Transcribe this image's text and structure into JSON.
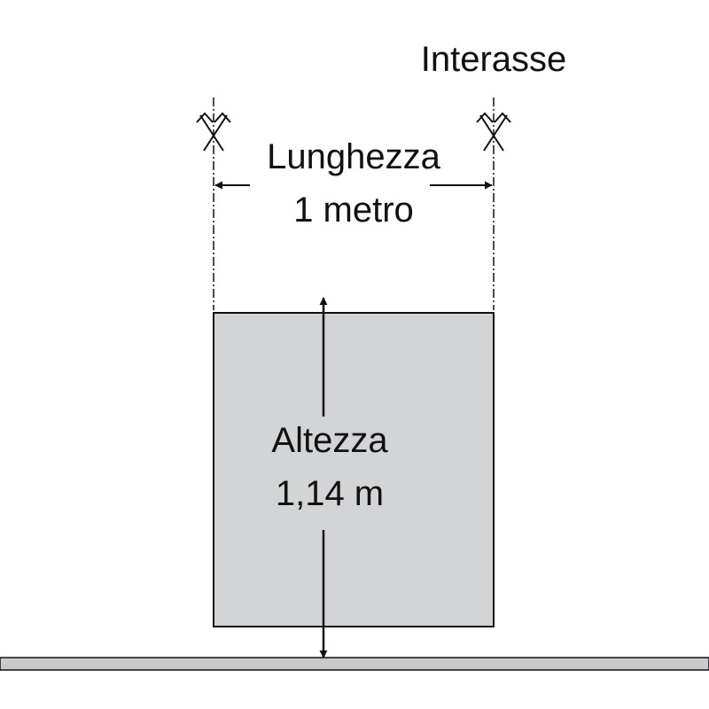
{
  "labels": {
    "interasse": "Interasse",
    "length_title": "Lunghezza",
    "length_value": "1 metro",
    "height_title": "Altezza",
    "height_value": "1,14 m"
  },
  "colors": {
    "background": "#ffffff",
    "panel_fill": "#d3d4d6",
    "stroke": "#111111",
    "ground_fill": "#c9cacc"
  }
}
